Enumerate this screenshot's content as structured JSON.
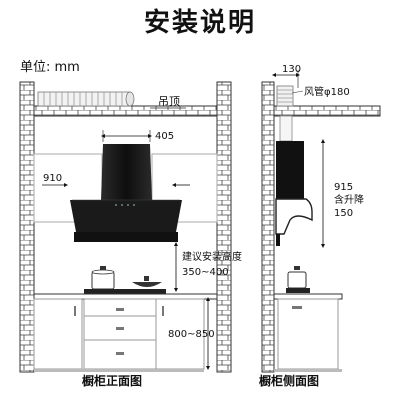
{
  "title": "安装说明",
  "unit_label": "单位: mm",
  "front_view": {
    "caption": "橱柜正面图",
    "ceiling_label": "吊顶",
    "chimney_width": "405",
    "hood_width": "910",
    "install_height_label_1": "建议安装高度",
    "install_height_label_2": "350~400",
    "counter_height": "800~850"
  },
  "side_view": {
    "caption": "橱柜侧面图",
    "wall_gap": "130",
    "duct_label": "风管φ180",
    "height_1": "915",
    "height_2": "含升降",
    "height_3": "150"
  }
}
